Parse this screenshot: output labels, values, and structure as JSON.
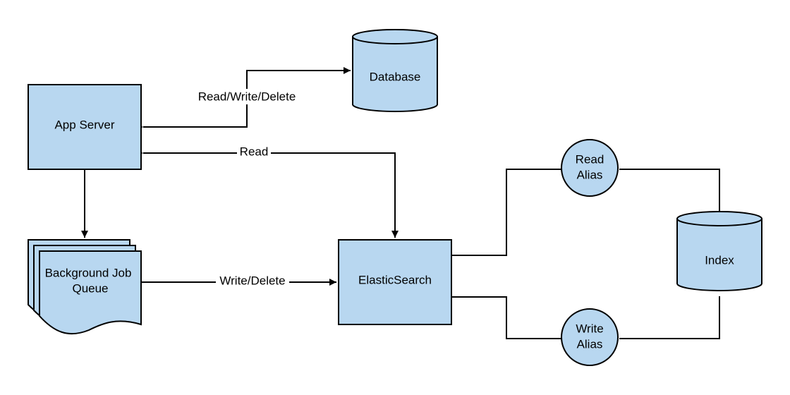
{
  "nodes": {
    "app_server": {
      "label": "App Server"
    },
    "database": {
      "label": "Database"
    },
    "job_queue": {
      "line1": "Background Job",
      "line2": "Queue"
    },
    "elasticsearch": {
      "label": "ElasticSearch"
    },
    "read_alias": {
      "line1": "Read",
      "line2": "Alias"
    },
    "write_alias": {
      "line1": "Write",
      "line2": "Alias"
    },
    "index": {
      "label": "Index"
    }
  },
  "edges": {
    "app_db": {
      "label": "Read/Write/Delete"
    },
    "app_es": {
      "label": "Read"
    },
    "queue_es": {
      "label": "Write/Delete"
    }
  },
  "colors": {
    "node_fill": "#b8d7f0",
    "stroke": "#000000"
  }
}
